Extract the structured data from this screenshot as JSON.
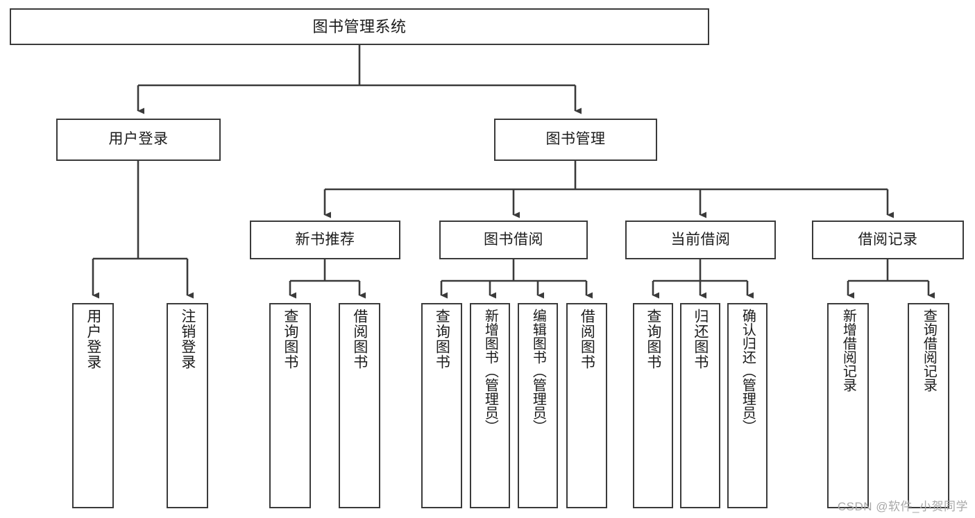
{
  "diagram": {
    "title": "图书管理系统",
    "root": {
      "label": "图书管理系统"
    },
    "level2": [
      {
        "label": "用户登录"
      },
      {
        "label": "图书管理"
      }
    ],
    "level3": [
      {
        "label": "新书推荐"
      },
      {
        "label": "图书借阅"
      },
      {
        "label": "当前借阅"
      },
      {
        "label": "借阅记录"
      }
    ],
    "leaves": {
      "user_login": [
        {
          "label": "用户登录"
        },
        {
          "label": "注销登录"
        }
      ],
      "new_book_recommend": [
        {
          "label": "查询图书"
        },
        {
          "label": "借阅图书"
        }
      ],
      "book_borrow": [
        {
          "label": "查询图书"
        },
        {
          "label": "新增图书（管理员）"
        },
        {
          "label": "编辑图书（管理员）"
        },
        {
          "label": "借阅图书"
        }
      ],
      "current_borrow": [
        {
          "label": "查询图书"
        },
        {
          "label": "归还图书"
        },
        {
          "label": "确认归还（管理员）"
        }
      ],
      "borrow_record": [
        {
          "label": "新增借阅记录"
        },
        {
          "label": "查询借阅记录"
        }
      ]
    }
  },
  "watermark": {
    "text": "CSDN @软件_小贺同学"
  },
  "colors": {
    "stroke": "#3a3a3a",
    "box_fill": "#ffffff",
    "text": "#1b1b1b",
    "watermark": "#a8a8a8",
    "background": "#ffffff"
  }
}
